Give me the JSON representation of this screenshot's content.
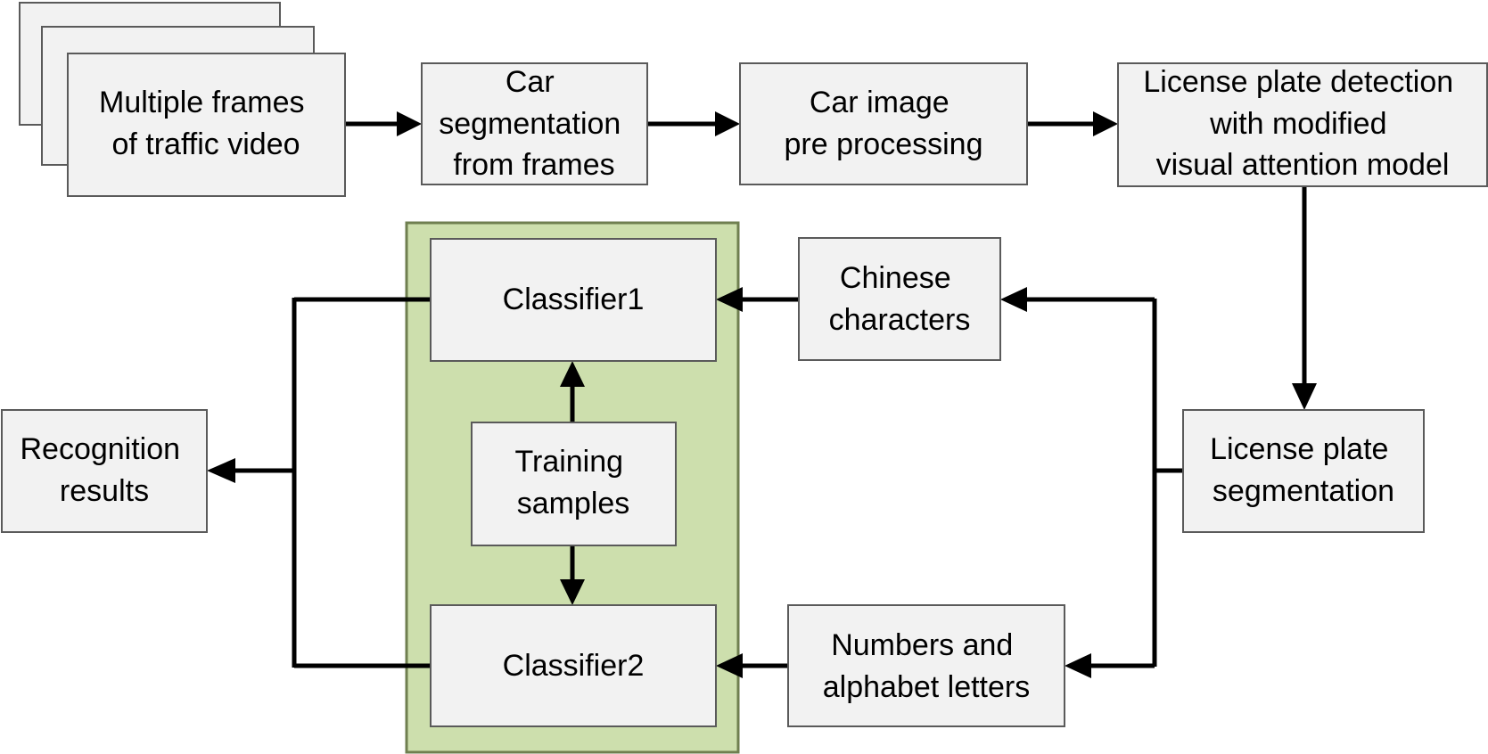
{
  "nodes": {
    "frames": [
      "Multiple frames",
      "of traffic video"
    ],
    "segmentation": [
      "Car",
      "segmentation",
      "from frames"
    ],
    "preprocessing": [
      "Car image",
      "pre processing"
    ],
    "detection": [
      "License plate detection",
      "with modified",
      "visual attention model"
    ],
    "plate_segmentation": [
      "License plate",
      "segmentation"
    ],
    "chinese": [
      "Chinese",
      "characters"
    ],
    "numbers": [
      "Numbers and",
      "alphabet letters"
    ],
    "classifier1": [
      "Classifier1"
    ],
    "classifier2": [
      "Classifier2"
    ],
    "training": [
      "Training",
      "samples"
    ],
    "results": [
      "Recognition",
      "results"
    ]
  },
  "edges": [
    {
      "from": "frames",
      "to": "segmentation"
    },
    {
      "from": "segmentation",
      "to": "preprocessing"
    },
    {
      "from": "preprocessing",
      "to": "detection"
    },
    {
      "from": "detection",
      "to": "plate_segmentation"
    },
    {
      "from": "plate_segmentation",
      "to": "chinese"
    },
    {
      "from": "plate_segmentation",
      "to": "numbers"
    },
    {
      "from": "chinese",
      "to": "classifier1"
    },
    {
      "from": "numbers",
      "to": "classifier2"
    },
    {
      "from": "training",
      "to": "classifier1"
    },
    {
      "from": "training",
      "to": "classifier2"
    },
    {
      "from": "classifier1",
      "to": "results"
    },
    {
      "from": "classifier2",
      "to": "results"
    }
  ],
  "colors": {
    "box_fill": "#f2f2f2",
    "box_border": "#5a5a5a",
    "group_fill": "#cddfad",
    "group_border": "#6f7f50",
    "line": "#000000"
  }
}
